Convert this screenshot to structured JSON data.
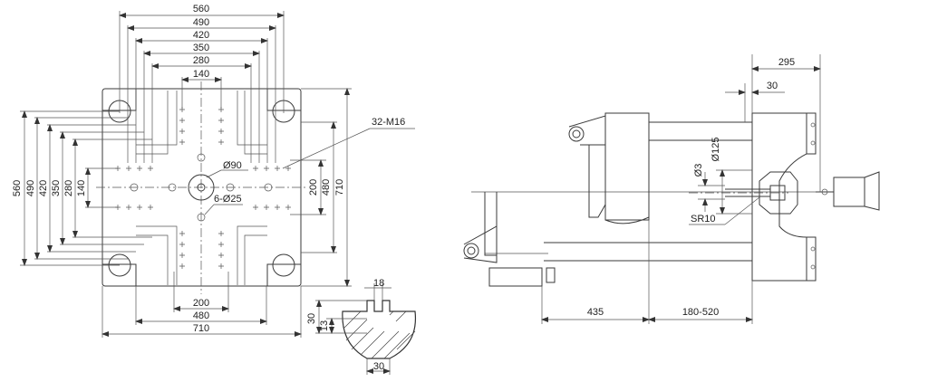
{
  "platen_view": {
    "top_dims": [
      "560",
      "490",
      "420",
      "350",
      "280",
      "140"
    ],
    "left_dims": [
      "560",
      "490",
      "420",
      "350",
      "280",
      "140"
    ],
    "right_dims": [
      "200",
      "480",
      "710"
    ],
    "bottom_dims": [
      "200",
      "480",
      "710"
    ],
    "callouts": {
      "thread": "32-M16",
      "center_hole": "Ø90",
      "holes": "6-Ø25"
    }
  },
  "detail_view": {
    "top": "18",
    "height_outer": "30",
    "height_inner": "13",
    "bottom": "30"
  },
  "side_view": {
    "top_dims": [
      "295",
      "30"
    ],
    "diameters": [
      "Ø3",
      "Ø125"
    ],
    "radius": "SR10",
    "bottom_dims": [
      "435",
      "180-520"
    ]
  }
}
